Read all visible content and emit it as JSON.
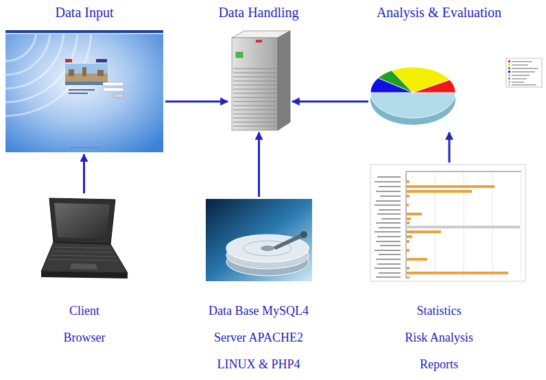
{
  "diagram": {
    "nodes": [
      {
        "text": [
          "Data Input"
        ]
      },
      {
        "text": [
          "Data Handling"
        ]
      },
      {
        "text": [
          "Analysis & Evaluation"
        ]
      },
      {
        "text": [
          "Client",
          "Browser"
        ]
      },
      {
        "text": [
          "Data Base MySQL4",
          "Server APACHE2",
          "LINUX & PHP4"
        ]
      },
      {
        "text": [
          "Statistics",
          "Risk Analysis",
          "Reports"
        ]
      }
    ],
    "edges": [
      {
        "from": 3,
        "to": 0,
        "arrow": "to"
      },
      {
        "from": 0,
        "to": 1,
        "arrow": "to"
      },
      {
        "from": 4,
        "to": 1,
        "arrow": "to"
      },
      {
        "from": 2,
        "to": 1,
        "arrow": "to"
      },
      {
        "from": 5,
        "to": 2,
        "arrow": "to"
      }
    ]
  }
}
